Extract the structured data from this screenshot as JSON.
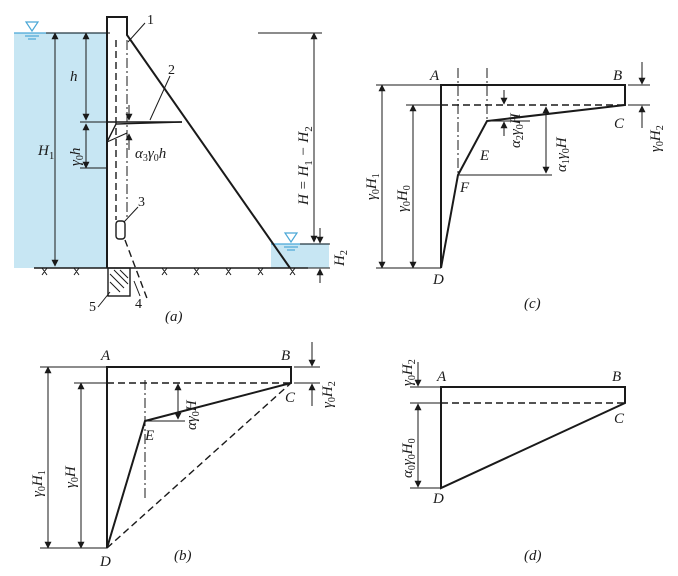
{
  "water_color": "#c7e6f3",
  "panel_a": {
    "caption": "(a)",
    "numbers": [
      "1",
      "2",
      "3",
      "4",
      "5"
    ],
    "labels": {
      "h": "h",
      "H1": "H",
      "H1_sub": "1",
      "gamma0h": "γ",
      "gamma0h_sub": "0",
      "gamma0h_tail": "h",
      "alpha_h": "α",
      "alpha_h_sub": "3",
      "alpha_h_mid": "γ",
      "alpha_h_sub2": "0",
      "alpha_h_tail": "h",
      "H_eq": "H = H",
      "H_eq_sub1": "1",
      "H_eq_mid": " − H",
      "H_eq_sub2": "2",
      "H2": "H",
      "H2_sub": "2"
    }
  },
  "panel_b": {
    "caption": "(b)",
    "points": [
      "A",
      "B",
      "C",
      "D",
      "E"
    ],
    "labels": {
      "g0H1": "γ",
      "g0H1_sub": "0",
      "g0H1_tail": "H",
      "g0H1_sub2": "1",
      "g0H": "γ",
      "g0H_sub": "0",
      "g0H_tail": "H",
      "g0H2": "γ",
      "g0H2_sub": "0",
      "g0H2_tail": "H",
      "g0H2_sub2": "2",
      "ag0H": "αγ",
      "ag0H_sub": "0",
      "ag0H_tail": "H"
    }
  },
  "panel_c": {
    "caption": "(c)",
    "points": [
      "A",
      "B",
      "C",
      "D",
      "E",
      "F"
    ],
    "labels": {
      "g0H1": "γ",
      "g0H1_sub": "0",
      "g0H1_tail": "H",
      "g0H1_sub2": "1",
      "g0H0": "γ",
      "g0H0_sub": "0",
      "g0H0_tail": "H",
      "g0H0_sub2": "0",
      "a2g0H": "α",
      "a2g0H_sub": "2",
      "a2g0H_mid": "γ",
      "a2g0H_sub2": "0",
      "a2g0H_tail": "H",
      "a1g0H": "α",
      "a1g0H_sub": "1",
      "a1g0H_mid": "γ",
      "a1g0H_sub2": "0",
      "a1g0H_tail": "H",
      "g0H2": "γ",
      "g0H2_sub": "0",
      "g0H2_tail": "H",
      "g0H2_sub2": "2"
    }
  },
  "panel_d": {
    "caption": "(d)",
    "points": [
      "A",
      "B",
      "C",
      "D"
    ],
    "labels": {
      "g0H2": "γ",
      "g0H2_sub": "0",
      "g0H2_tail": "H",
      "g0H2_sub2": "2",
      "a0g0H0": "α",
      "a0g0H0_sub": "0",
      "a0g0H0_mid": "γ",
      "a0g0H0_sub2": "0",
      "a0g0H0_tail": "H",
      "a0g0H0_sub3": "0"
    }
  }
}
